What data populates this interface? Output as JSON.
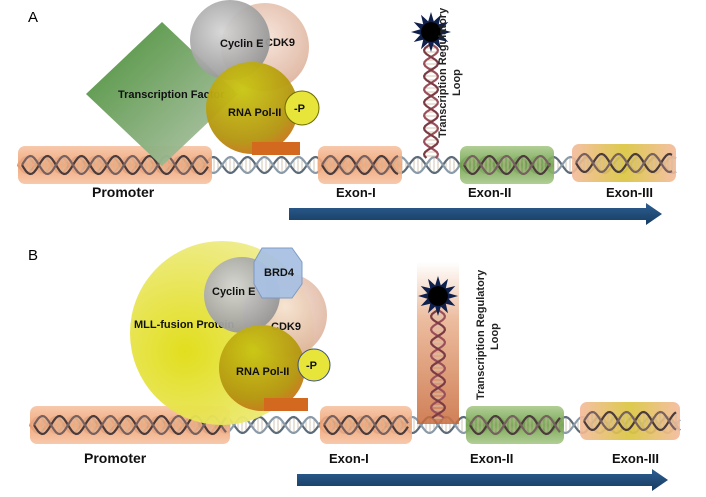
{
  "panels": [
    {
      "letter": "A",
      "labels": {
        "transcription_factor": "Transcription Factor",
        "cyclin_e": "Cyclin E",
        "cdk9": "CDK9",
        "rna_pol": "RNA Pol-II",
        "phospho": "-P",
        "loop_line1": "Transcription Regulatory",
        "loop_line2": "Loop",
        "promoter": "Promoter",
        "exon1": "Exon-I",
        "exon2": "Exon-II",
        "exon3": "Exon-III"
      }
    },
    {
      "letter": "B",
      "labels": {
        "mll": "MLL-fusion Protein",
        "brd4": "BRD4",
        "cyclin_e": "Cyclin E",
        "cdk9": "CDK9",
        "rna_pol": "RNA Pol-II",
        "phospho": "-P",
        "loop_line1": "Transcription Regulatory",
        "loop_line2": "Loop",
        "promoter": "Promoter",
        "exon1": "Exon-I",
        "exon2": "Exon-II",
        "exon3": "Exon-III"
      }
    }
  ],
  "colors": {
    "promoter": "#f4a77a",
    "exon1": "#f0a07a",
    "exon2": "#7faa5a",
    "exon3": "#e8c34a",
    "arrow": "#1f4e79",
    "transcription_factor": "#4e8d3c",
    "cyclin_e": "#a7a7a7",
    "cdk9": "#e8c7b4",
    "rna_pol": "#a7a50c",
    "phospho": "#e8e62c",
    "mll": "#e6e21a",
    "brd4": "#9db7dd",
    "dna_strand": "#9b4f5a",
    "star": "#10204d"
  }
}
